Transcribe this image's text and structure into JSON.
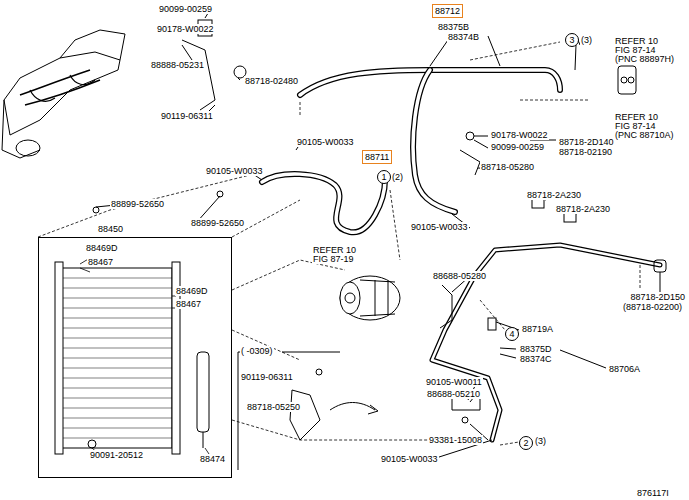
{
  "diagram": {
    "nodes": [
      {
        "text": [
          "88712"
        ]
      },
      {
        "text": [
          "3"
        ]
      },
      {
        "text": [
          "88711"
        ]
      },
      {
        "text": [
          "1"
        ]
      },
      {
        "text": [
          "88469D",
          "88467",
          "88469D",
          "88467",
          "90091-20512",
          "88474"
        ]
      },
      {
        "text": [
          "4"
        ]
      },
      {
        "text": [
          "2"
        ]
      }
    ],
    "labels": [
      "90099-00259",
      "90178-W0022",
      "88888-05231",
      "88718-02480",
      "88375B",
      "88374B",
      "(3)",
      "REFER 10",
      "FIG 87-14",
      "(PNC 88897H)",
      "90119-06311",
      "90178-W0022",
      "90099-00259",
      "88718-2D140",
      "88718-02190",
      "REFER 10",
      "FIG 87-14",
      "(PNC 88710A)",
      "90105-W0033",
      "90105-W0033",
      "(2)",
      "88718-05280",
      "88899-52650",
      "88899-52650",
      "88718-2A230",
      "88718-2A230",
      "90105-W0033",
      "88450",
      "REFER 10",
      "FIG 87-19",
      "88688-05280",
      "88718-2D150",
      "(88718-02200)",
      "88719A",
      "88375D",
      "88374C",
      "( -0309)",
      "90119-06311",
      "88706A",
      "90105-W0011",
      "88688-05210",
      "88718-05250",
      "93381-15008",
      "(3)",
      "90105-W0033",
      "876117I"
    ]
  }
}
